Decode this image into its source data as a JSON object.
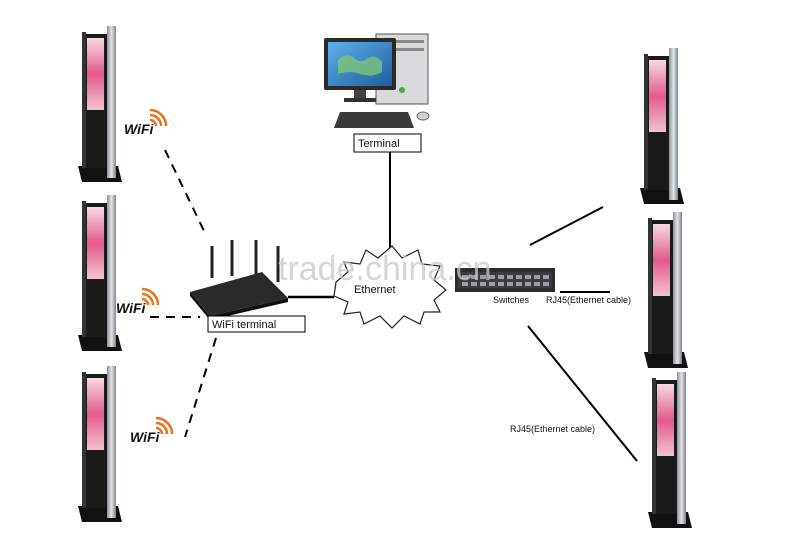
{
  "diagram": {
    "terminal_label": "Terminal",
    "ethernet_label": "Ethernet",
    "wifi_terminal_label": "WiFi terminal",
    "switches_label": "Switches",
    "rj45_label_1": "RJ45(Ethernet cable)",
    "rj45_label_2": "RJ45(Ethernet cable)",
    "wifi_badge": "WiFi",
    "watermark": "trade.china.cn"
  },
  "colors": {
    "kiosk_dark": "#1a1a1a",
    "kiosk_silver": "#bfc3c7",
    "screen_pink": "#e35a8a",
    "wifi_orange": "#e8731c",
    "monitor_blue": "#2f7fc1",
    "line": "#000000"
  }
}
